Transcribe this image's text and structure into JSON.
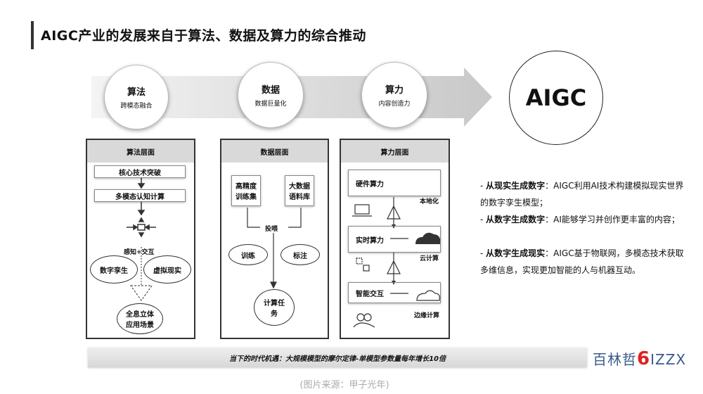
{
  "title": "AIGC产业的发展来自于算法、数据及算力的综合推动",
  "stages": [
    {
      "name": "算法",
      "sub": "跨模态融合"
    },
    {
      "name": "数据",
      "sub": "数据巨量化"
    },
    {
      "name": "算力",
      "sub": "内容创造力"
    }
  ],
  "result": "AIGC",
  "panels": {
    "algorithm": {
      "header": "算法层面",
      "core": "核心技术突破",
      "multi": "多模态认知计算",
      "perception": "感知+交互",
      "twin": "数字孪生",
      "vr": "虚拟现实",
      "scene_1": "全息立体",
      "scene_2": "应用场景"
    },
    "data": {
      "header": "数据层面",
      "dataset": "高精度训练集",
      "corpus": "大数据语料库",
      "feed": "投喂",
      "train": "训练",
      "label": "标注",
      "task": "计算任务"
    },
    "compute": {
      "header": "算力层面",
      "hardware": "硬件算力",
      "local": "本地化",
      "realtime": "实时算力",
      "cloud": "云计算",
      "interaction": "智能交互",
      "edge": "边缘计算"
    }
  },
  "bullets": [
    {
      "bold": "从现实生成数字",
      "text": "：AIGC利用AI技术构建模拟现实世界的数字孪生模型；"
    },
    {
      "bold": "从数字生成数字",
      "text": "：AI能够学习并创作更丰富的内容；"
    },
    {
      "bold": "从数字生成现实",
      "text": "：AIGC基于物联网，多模态技术获取多维信息，实现更加智能的人与机器互动。"
    }
  ],
  "banner": "当下的时代机遇：大规模模型的摩尔定律-单模型参数量每年增长10倍",
  "logo": {
    "text_1": "百林哲",
    "text_2": "6",
    "text_3": "IZZX"
  },
  "caption": "(图片来源：甲子光年)"
}
